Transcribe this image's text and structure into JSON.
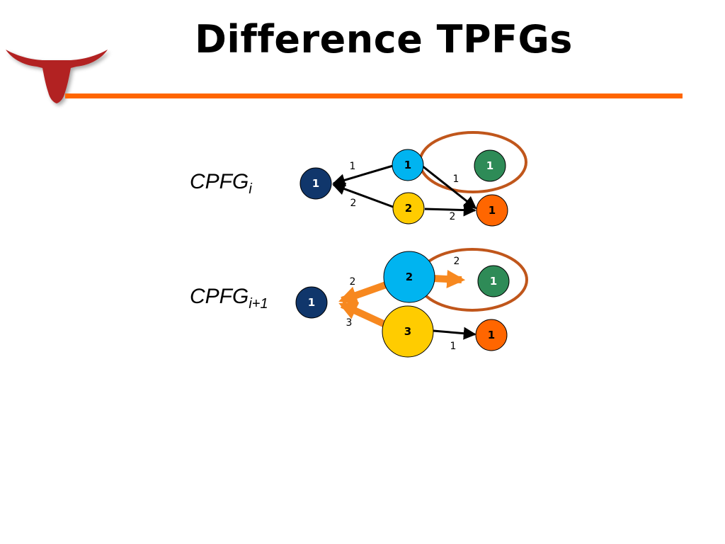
{
  "slide": {
    "title": "Difference TPFGs"
  },
  "colors": {
    "accent_rule": "#ff6600",
    "node_navy": "#10366b",
    "node_cyan": "#00b4f0",
    "node_yellow": "#ffcc00",
    "node_green": "#2e8b57",
    "node_orange": "#ff6600",
    "highlight_ellipse": "#c0561b",
    "edge_highlight": "#f7881f",
    "edge_plain": "#000000",
    "logo": "#b22222"
  },
  "rows": [
    {
      "label_base": "CPFG",
      "label_sub": "i",
      "nodes": {
        "sink": "1",
        "top": "1",
        "bottom": "2",
        "green": "1",
        "orange": "1"
      },
      "edges": {
        "top_to_sink": "1",
        "bottom_to_sink": "2",
        "top_to_orange": "1",
        "bottom_to_orange": "2"
      }
    },
    {
      "label_base": "CPFG",
      "label_sub": "i+1",
      "nodes": {
        "sink": "1",
        "top": "2",
        "bottom": "3",
        "green": "1",
        "orange": "1"
      },
      "edges": {
        "top_to_sink": "2",
        "bottom_to_sink": "3",
        "top_to_green": "2",
        "bottom_to_orange": "1"
      }
    }
  ]
}
